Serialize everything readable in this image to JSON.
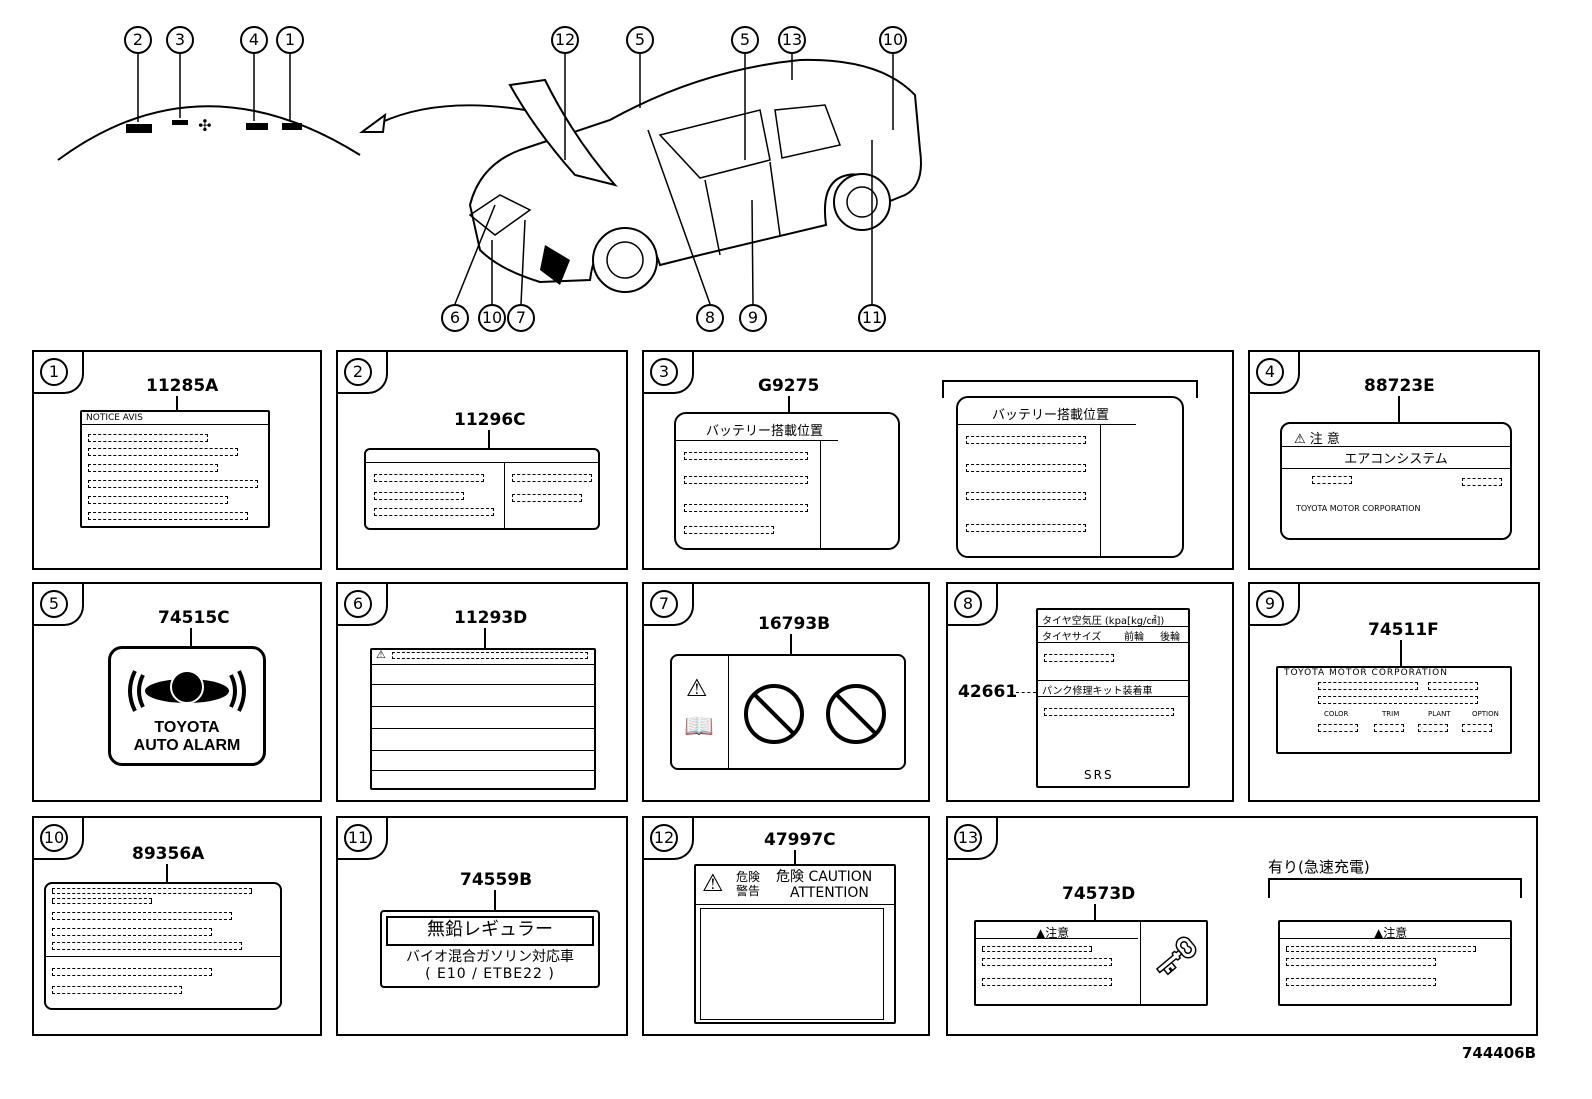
{
  "callouts_top": {
    "roof": [
      "2",
      "3",
      "4",
      "1"
    ],
    "car_top": [
      "12",
      "5",
      "5",
      "13",
      "10"
    ],
    "car_bottom": [
      "6",
      "10",
      "7",
      "8",
      "9",
      "11"
    ]
  },
  "panels": [
    {
      "num": "1",
      "part": "11285A",
      "text": "NOTICE AVIS"
    },
    {
      "num": "2",
      "part": "11296C"
    },
    {
      "num": "3",
      "part": "G9275",
      "jp_title": "バッテリー搭載位置"
    },
    {
      "num": "4",
      "part": "88723E",
      "caution": "注 意",
      "system": "エアコンシステム",
      "maker": "TOYOTA MOTOR CORPORATION"
    },
    {
      "num": "5",
      "part": "74515C",
      "line1": "TOYOTA",
      "line2": "AUTO ALARM"
    },
    {
      "num": "6",
      "part": "11293D"
    },
    {
      "num": "7",
      "part": "16793B"
    },
    {
      "num": "8",
      "part": "42661",
      "tire_title": "タイヤ空気圧 (kpa[kg/㎠])",
      "col1": "タイヤサイズ",
      "col2": "前輪",
      "col3": "後輪",
      "kit": "パンク修理キット装着車",
      "srs": "SRS"
    },
    {
      "num": "9",
      "part": "74511F",
      "maker": "TOYOTA MOTOR CORPORATION",
      "c1": "COLOR",
      "c2": "TRIM",
      "c3": "PLANT",
      "c4": "OPTION"
    },
    {
      "num": "10",
      "part": "89356A"
    },
    {
      "num": "11",
      "part": "74559B",
      "fuel": "無鉛レギュラー",
      "bio": "バイオ混合ガソリン対応車",
      "spec": "( E10 / ETBE22 )"
    },
    {
      "num": "12",
      "part": "47997C",
      "danger": "危険",
      "warning": "警告",
      "danger2": "危険",
      "caution": "CAUTION",
      "attention": "ATTENTION"
    },
    {
      "num": "13",
      "part": "74573D",
      "caution": "注意",
      "option_label": "有り(急速充電)",
      "caution2": "注意"
    }
  ],
  "figure_id": "744406B",
  "colors": {
    "line": "#000000",
    "bg": "#ffffff",
    "watermark": "#eeeeee"
  }
}
